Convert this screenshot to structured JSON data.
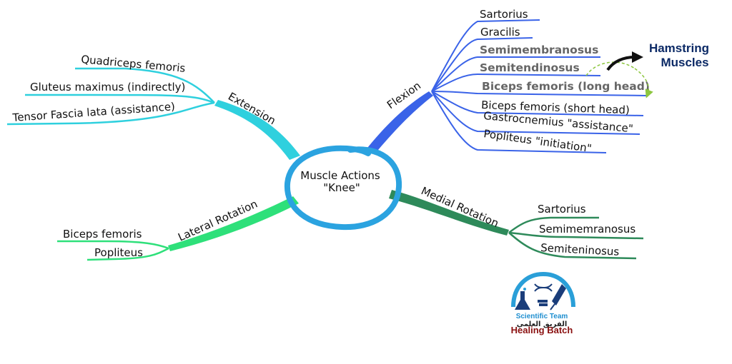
{
  "center": {
    "line1": "Muscle Actions",
    "line2": "\"Knee\""
  },
  "branches": {
    "extension": {
      "label": "Extension",
      "color": "#2fd0de",
      "items": [
        "Quadriceps femoris",
        "Gluteus maximus (indirectly)",
        "Tensor Fascia lata (assistance)"
      ]
    },
    "flexion": {
      "label": "Flexion",
      "color": "#3a63e8",
      "items": [
        "Sartorius",
        "Gracilis",
        "Semimembranosus",
        "Semitendinosus",
        "Biceps femoris (long head)",
        "Biceps femoris (short head)",
        "Gastrocnemius \"assistance\"",
        "Popliteus \"initiation\""
      ]
    },
    "lateral_rotation": {
      "label": "Lateral Rotation",
      "color": "#2ee07a",
      "items": [
        "Biceps femoris",
        "Popliteus"
      ]
    },
    "medial_rotation": {
      "label": "Medial Rotation",
      "color": "#2e8a5a",
      "items": [
        "Sartorius",
        "Semimemranosus",
        "Semiteninosus"
      ]
    }
  },
  "hamstring": {
    "line1": "Hamstring",
    "line2": "Muscles"
  },
  "logo": {
    "line1": "Scientific Team",
    "line2": "الفريق العلمي",
    "line3": "Healing Batch"
  }
}
